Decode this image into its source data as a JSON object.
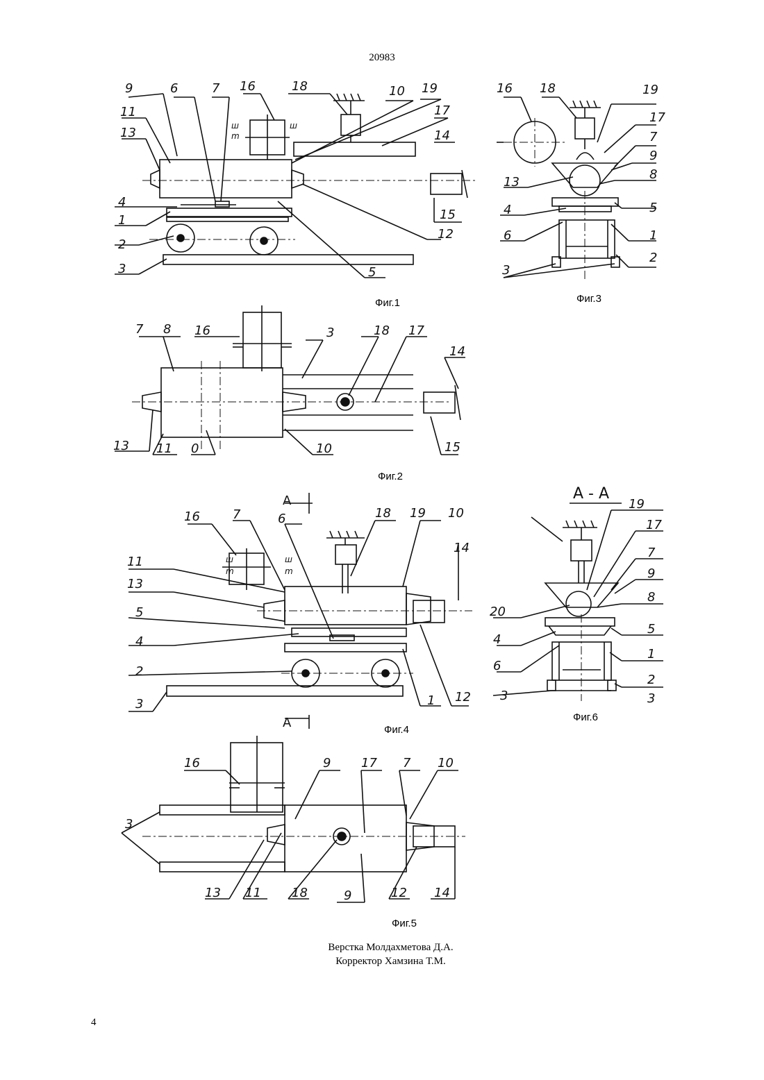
{
  "header": {
    "document_number": "20983"
  },
  "figures": {
    "fig1": {
      "caption": "Фиг.1",
      "callouts": [
        "9",
        "6",
        "7",
        "16",
        "18",
        "10",
        "19",
        "17",
        "11",
        "13",
        "14",
        "4",
        "1",
        "2",
        "3",
        "5",
        "12",
        "15"
      ],
      "symbols": [
        "ш",
        "m",
        "ш"
      ]
    },
    "fig2": {
      "caption": "Фиг.2",
      "callouts": [
        "7",
        "8",
        "16",
        "3",
        "18",
        "17",
        "14",
        "13",
        "11",
        "0",
        "10",
        "15"
      ]
    },
    "fig3": {
      "caption": "Фиг.3",
      "callouts": [
        "16",
        "18",
        "19",
        "17",
        "7",
        "9",
        "13",
        "8",
        "4",
        "5",
        "6",
        "1",
        "2",
        "3"
      ]
    },
    "fig4": {
      "caption": "Фиг.4",
      "section_mark": "A",
      "callouts": [
        "16",
        "7",
        "6",
        "18",
        "19",
        "10",
        "14",
        "11",
        "13",
        "5",
        "4",
        "2",
        "3",
        "1",
        "12"
      ],
      "symbols": [
        "ш",
        "m",
        "ш",
        "m"
      ]
    },
    "fig5": {
      "caption": "Фиг.5",
      "callouts": [
        "16",
        "9",
        "17",
        "7",
        "10",
        "3",
        "13",
        "11",
        "18",
        "9",
        "12",
        "14"
      ]
    },
    "fig6": {
      "caption": "Фиг.6",
      "section_title": "A - A",
      "callouts": [
        "19",
        "17",
        "7",
        "9",
        "8",
        "20",
        "5",
        "4",
        "1",
        "6",
        "2",
        "3",
        "3"
      ]
    }
  },
  "footer": {
    "layout_credit": "Верстка Молдахметова Д.А.",
    "corrector_credit": "Корректор Хамзина Т.М."
  },
  "page_number": "4"
}
